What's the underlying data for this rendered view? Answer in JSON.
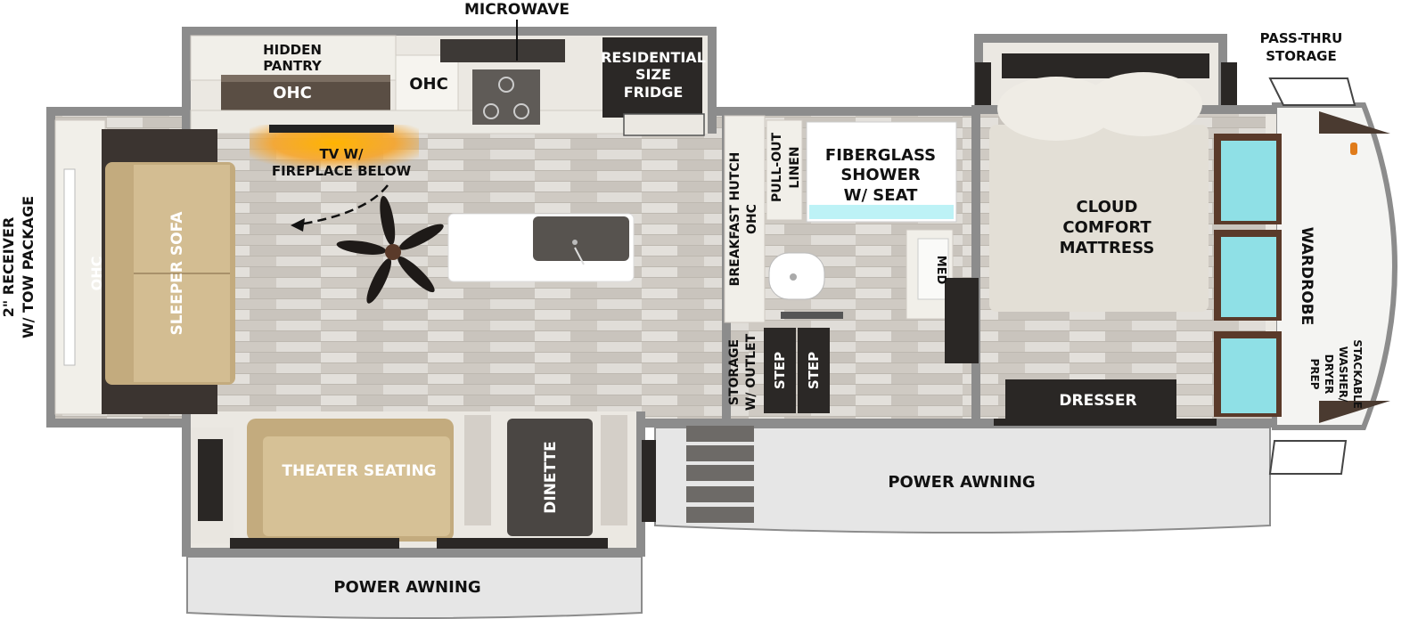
{
  "floorplan": {
    "labels": {
      "microwave": "MICROWAVE",
      "hidden_pantry": [
        "HIDDEN",
        "PANTRY"
      ],
      "ohc_pantry": "OHC",
      "ohc_kitchen": "OHC",
      "fridge": [
        "RESIDENTIAL",
        "SIZE",
        "FRIDGE"
      ],
      "pass_thru": [
        "PASS-THRU",
        "STORAGE"
      ],
      "tv_fireplace": [
        "TV W/",
        "FIREPLACE BELOW"
      ],
      "receiver": [
        "2\" RECEIVER",
        "W/ TOW PACKAGE"
      ],
      "ohc_rear": "OHC",
      "sleeper_sofa": "SLEEPER SOFA",
      "breakfast_hutch": [
        "BREAKFAST HUTCH",
        "OHC"
      ],
      "pullout_linen": [
        "PULL-OUT",
        "LINEN"
      ],
      "shower": [
        "FIBERGLASS",
        "SHOWER",
        "W/ SEAT"
      ],
      "med": "MED",
      "mattress": [
        "CLOUD",
        "COMFORT",
        "MATTRESS"
      ],
      "wardrobe": "WARDROBE",
      "washer_dryer": [
        "STACKABLE",
        "WASHER/",
        "DRYER",
        "PREP"
      ],
      "storage_outlet": [
        "STORAGE",
        "W/ OUTLET"
      ],
      "step_1": "STEP",
      "step_2": "STEP",
      "dresser": "DRESSER",
      "theater_seating": "THEATER SEATING",
      "dinette": "DINETTE",
      "power_awning_main": "POWER AWNING",
      "power_awning_slide": "POWER AWNING"
    },
    "colors": {
      "wall": "#8c8c8c",
      "floor": "#d6d2cc",
      "counter": "#eeebe4",
      "cabinet": "#f3f1ec",
      "dark": "#2e2a27",
      "sofa": "#c9b48a",
      "glass": "#8fe0e6",
      "awning": "#e8e8e8",
      "fire": "#f5a623"
    }
  }
}
